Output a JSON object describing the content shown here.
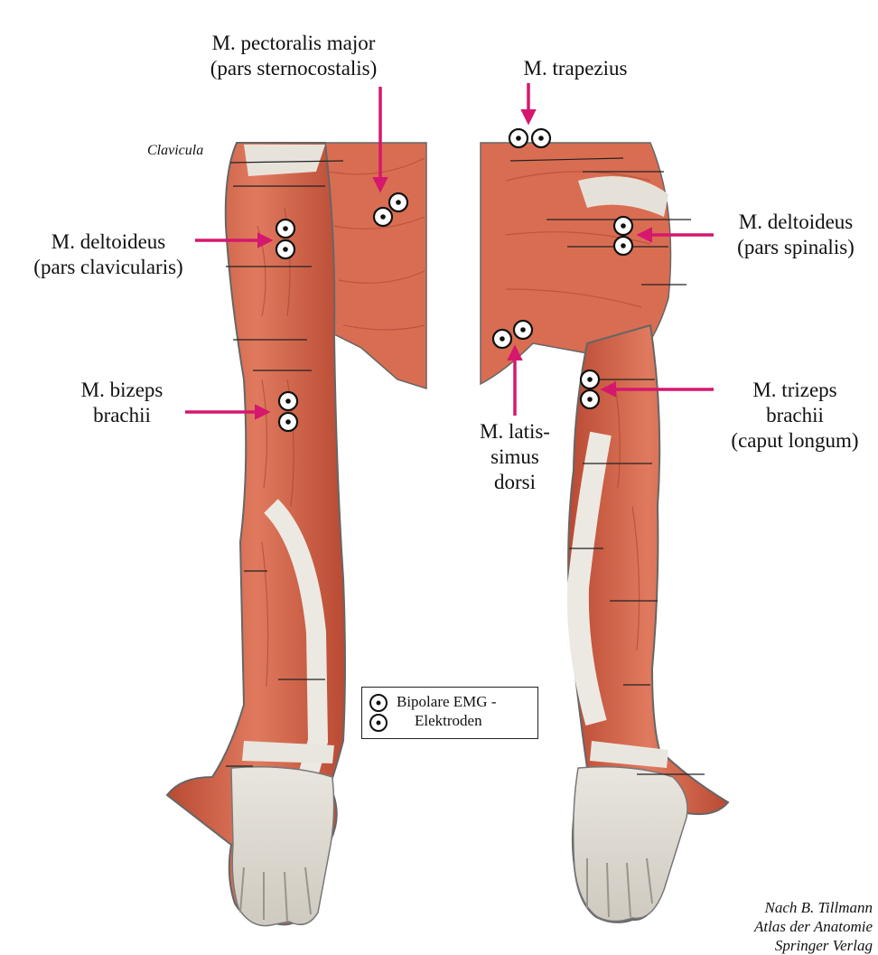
{
  "labels": {
    "pectoralis_line1": "M. pectoralis major",
    "pectoralis_line2": "(pars sternocostalis)",
    "trapezius": "M. trapezius",
    "clavicula": "Clavicula",
    "deltoideus_front_line1": "M. deltoideus",
    "deltoideus_front_line2": "(pars clavicularis)",
    "deltoideus_back_line1": "M. deltoideus",
    "deltoideus_back_line2": "(pars spinalis)",
    "bizeps_line1": "M. bizeps",
    "bizeps_line2": "brachii",
    "latissimus_line1": "M. latis-",
    "latissimus_line2": "simus",
    "latissimus_line3": "dorsi",
    "trizeps_line1": "M. trizeps",
    "trizeps_line2": "brachii",
    "trizeps_line3": "(caput longum)"
  },
  "legend": {
    "line1": "Bipolare EMG -",
    "line2": "Elektroden"
  },
  "credit": {
    "line1": "Nach B. Tillmann",
    "line2": "Atlas der Anatomie",
    "line3": "Springer Verlag"
  },
  "colors": {
    "arrow": "#d6176e",
    "muscle": "#d8694e",
    "muscle_dark": "#b0432e",
    "tendon": "#ecebe6",
    "outline": "#555555"
  },
  "icons": {
    "electrode": "bipolar-electrode-icon",
    "arrow": "pointer-arrow-icon"
  }
}
